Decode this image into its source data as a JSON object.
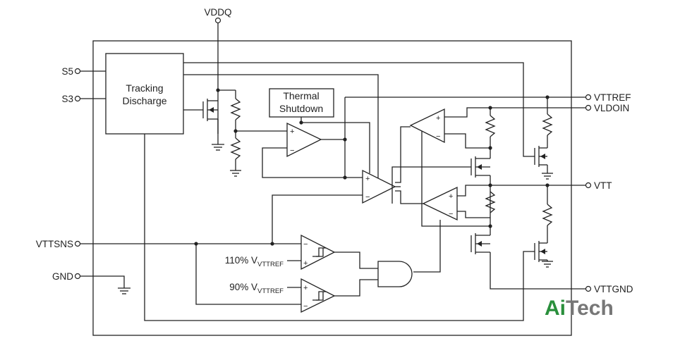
{
  "pins": {
    "vddq": "VDDQ",
    "s5": "S5",
    "s3": "S3",
    "vttref": "VTTREF",
    "vldoin": "VLDOIN",
    "vtt": "VTT",
    "vttsns": "VTTSNS",
    "gnd": "GND",
    "vttgnd": "VTTGND"
  },
  "blocks": {
    "tracking_line1": "Tracking",
    "tracking_line2": "Discharge",
    "thermal_line1": "Thermal",
    "thermal_line2": "Shutdown"
  },
  "thresholds": {
    "upper_prefix": "110% V",
    "upper_sub": "VTTREF",
    "lower_prefix": "90% V",
    "lower_sub": "VTTREF"
  },
  "amp_symbols": {
    "plus": "+",
    "minus": "−"
  },
  "watermark": {
    "part1": "Ai",
    "part2": "Tech",
    "color1": "#2a8f3c",
    "color2": "#777777"
  }
}
